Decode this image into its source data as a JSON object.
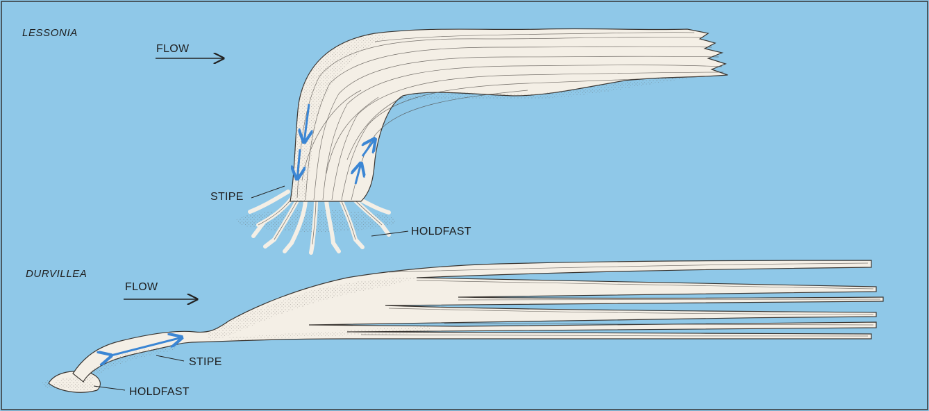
{
  "figure": {
    "background_color": "#8fc8e8",
    "frond_color": "#f4efe6",
    "stipple_color": "#5e5a54",
    "arrow_color": "#3b86d4",
    "panels": [
      {
        "genus": "LESSONIA",
        "flow_label": "FLOW",
        "stipe_label": "STIPE",
        "holdfast_label": "HOLDFAST"
      },
      {
        "genus": "DURVILLEA",
        "flow_label": "FLOW",
        "stipe_label": "STIPE",
        "holdfast_label": "HOLDFAST"
      }
    ]
  }
}
